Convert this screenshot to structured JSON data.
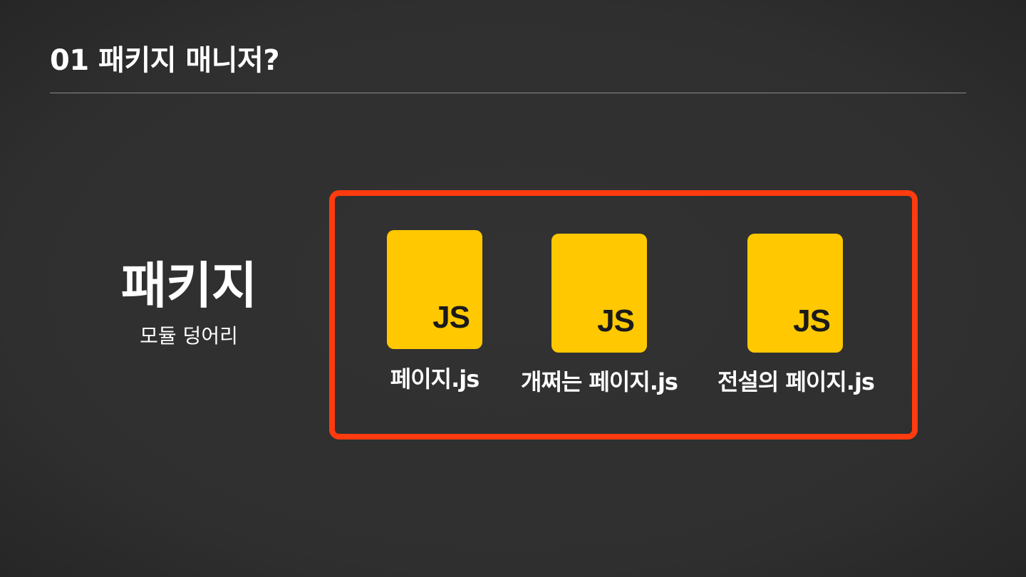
{
  "slide": {
    "title": "01 패키지 매니저?"
  },
  "concept": {
    "heading": "패키지",
    "subtitle": "모듈 덩어리"
  },
  "package": {
    "border_color": "#ff3b0f",
    "file_color": "#ffc800",
    "files": [
      {
        "icon": "js-file-icon",
        "badge": "JS",
        "label": "페이지.js"
      },
      {
        "icon": "js-file-icon",
        "badge": "JS",
        "label": "개쩌는 페이지.js"
      },
      {
        "icon": "js-file-icon",
        "badge": "JS",
        "label": "전설의 페이지.js"
      }
    ]
  }
}
